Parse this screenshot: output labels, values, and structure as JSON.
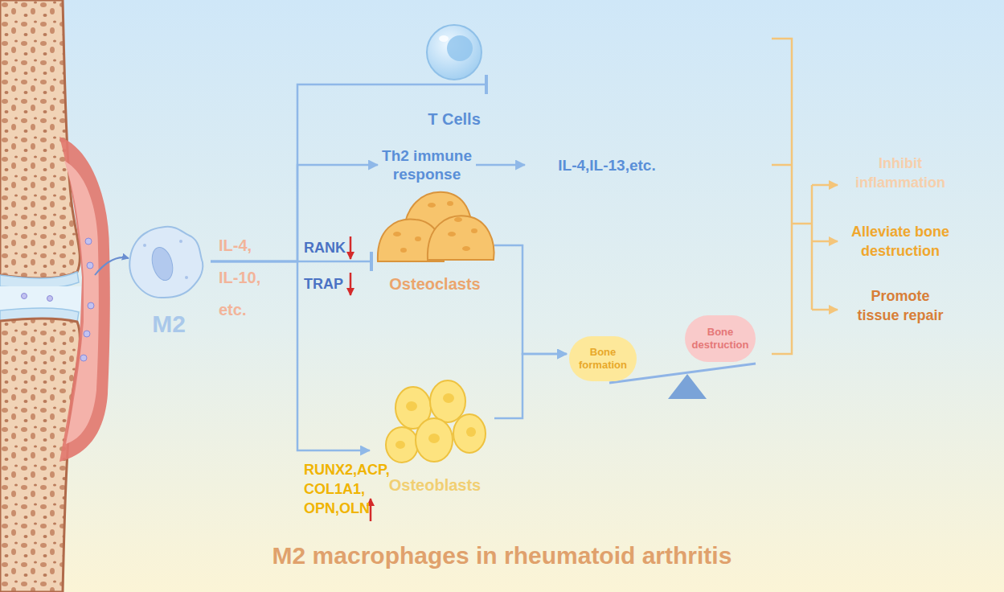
{
  "diagram": {
    "title": "M2 macrophages in rheumatoid arthritis",
    "nodes": [
      {
        "text": [
          "M2"
        ]
      },
      {
        "text": [
          "T Cells"
        ]
      },
      {
        "text": [
          "Th2 immune response"
        ]
      },
      {
        "text": [
          "IL-4,IL-13,etc."
        ]
      },
      {
        "text": [
          "Osteoclasts"
        ]
      },
      {
        "text": [
          "Osteoblasts"
        ]
      },
      {
        "text": [
          "Bone formation"
        ]
      },
      {
        "text": [
          "Bone destruction"
        ]
      },
      {
        "text": [
          "Inhibit inflammation"
        ]
      },
      {
        "text": [
          "Alleviate bone destruction"
        ]
      },
      {
        "text": [
          "Promote tissue repair"
        ]
      }
    ],
    "edges": [
      {
        "from": 0,
        "to": 1,
        "arrow": "to"
      },
      {
        "from": 0,
        "to": 2,
        "arrow": "to"
      },
      {
        "from": 2,
        "to": 3,
        "arrow": "to"
      },
      {
        "from": 0,
        "to": 4,
        "arrow": "to"
      },
      {
        "from": 0,
        "to": 5,
        "arrow": "to"
      },
      {
        "from": 4,
        "to": 6,
        "arrow": "to"
      },
      {
        "from": 5,
        "to": 6,
        "arrow": "to"
      }
    ],
    "labels": [
      "IL-4, IL-10, etc.",
      "RANK",
      "TRAP",
      "RUNX2,ACP, COL1A1, OPN,OLN"
    ]
  }
}
